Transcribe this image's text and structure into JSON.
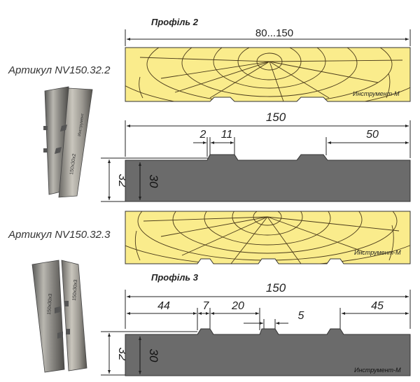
{
  "profile2": {
    "title": "Профіль 2",
    "article": "Артикул NV150.32.2",
    "board_width_label": "80...150",
    "watermark": "Инструмент-М",
    "dims": {
      "total": "150",
      "edge": "2",
      "groove": "11",
      "right": "50",
      "height": "32",
      "depth": "30"
    }
  },
  "profile3": {
    "title": "Профіль 3",
    "article": "Артикул NV150.32.3",
    "watermark": "Инструмент-М",
    "dims": {
      "total": "150",
      "left": "44",
      "groove": "7",
      "gap": "20",
      "small": "5",
      "right": "45",
      "height": "32",
      "depth": "30"
    }
  },
  "colors": {
    "wood": "#faec8c",
    "wood_line": "#4a3a1a",
    "metal": "#6b6b6b",
    "line": "#222222"
  },
  "knife_labels": {
    "knife2a": "150x30x2",
    "knife2b": "Инструмент",
    "knife3a": "150x30x3",
    "knife3b": "150x30x3"
  }
}
